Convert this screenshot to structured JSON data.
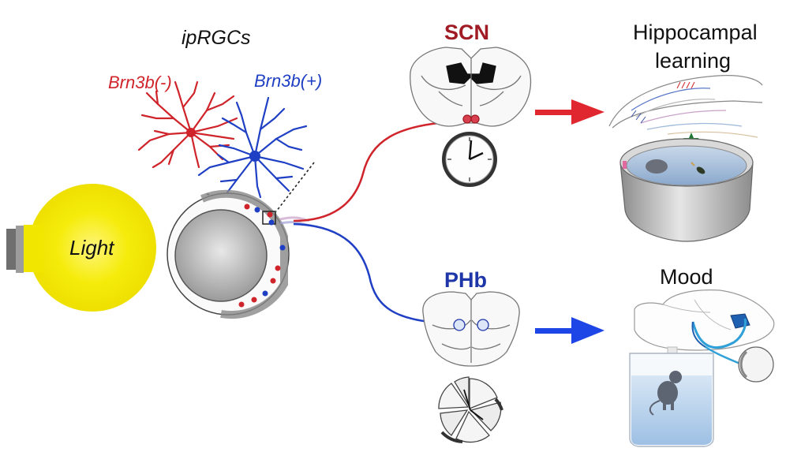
{
  "labels": {
    "ipRGCs": "ipRGCs",
    "brn3b_neg": "Brn3b(-)",
    "brn3b_pos": "Brn3b(+)",
    "light": "Light",
    "scn": "SCN",
    "phb": "PHb",
    "hippocampal": "Hippocampal",
    "learning": "learning",
    "mood": "Mood"
  },
  "colors": {
    "red_pathway": "#d0242b",
    "blue_pathway": "#1f3fc4",
    "scn_text": "#a01b24",
    "phb_text": "#1f36a8",
    "bulb": "#f3ea00"
  }
}
